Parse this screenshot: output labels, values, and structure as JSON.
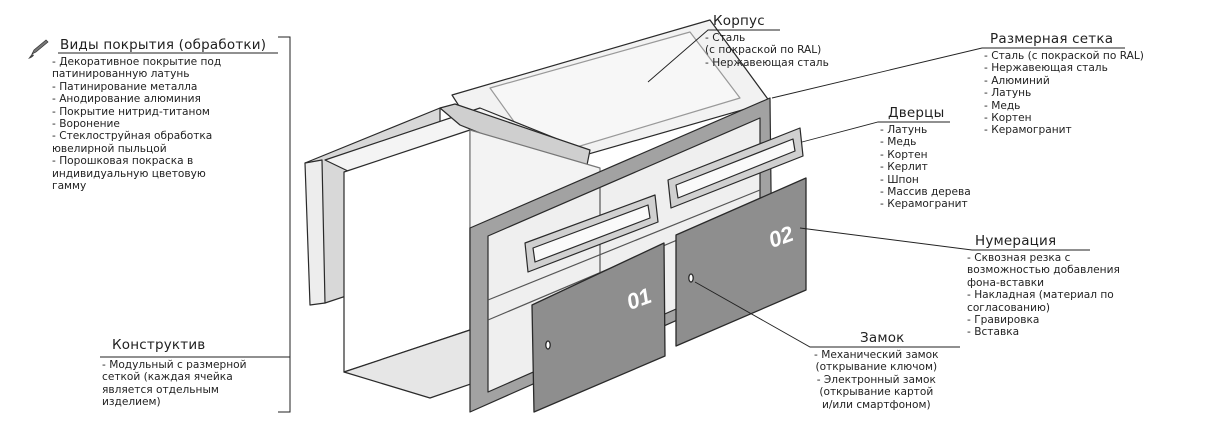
{
  "coatings": {
    "title": "Виды покрытия (обработки)",
    "items": [
      "- Декоративное покрытие под\nпатинированную латунь",
      "- Патинирование металла",
      "- Анодирование алюминия",
      "- Покрытие нитрид-титаном",
      "- Воронение",
      "- Стеклоструйная обработка\nювелирной пыльцой",
      "- Порошковая покраска в\nиндивидуальную цветовую\nгамму"
    ]
  },
  "construction": {
    "title": "Конструктив",
    "items": [
      "- Модульный с размерной\nсеткой (каждая ячейка\nявляется отдельным\nизделием)"
    ]
  },
  "body": {
    "title": "Корпус",
    "items": [
      "- Сталь\n(с покраской по RAL)",
      "- Нержавеющая сталь"
    ]
  },
  "grid": {
    "title": "Размерная сетка",
    "items": [
      "- Сталь (с покраской по RAL)",
      "- Нержавеющая сталь",
      "- Алюминий",
      "- Латунь",
      "- Медь",
      "- Кортен",
      "- Керамогранит"
    ]
  },
  "doors": {
    "title": "Дверцы",
    "items": [
      "- Латунь",
      "- Медь",
      "- Кортен",
      "- Керлит",
      "- Шпон",
      "- Массив дерева",
      "- Керамогранит"
    ]
  },
  "numbering": {
    "title": "Нумерация",
    "items": [
      "- Сквозная резка с\nвозможностью добавления\nфона-вставки",
      "- Накладная (материал по\nсогласованию)",
      "- Гравировка",
      "- Вставка"
    ]
  },
  "lock": {
    "title": "Замок",
    "items": [
      "- Механический замок\n(открывание ключом)",
      "- Электронный замок\n(открывание картой\nи/или смартфоном)"
    ]
  },
  "door_numbers": [
    "01",
    "02"
  ],
  "icons": {
    "coatings": "paint-brush-icon"
  },
  "colors": {
    "door": "#8e8e8e",
    "frame": "#a2a2a2",
    "panel": "#c9c9c9",
    "line": "#2a2a2a"
  }
}
